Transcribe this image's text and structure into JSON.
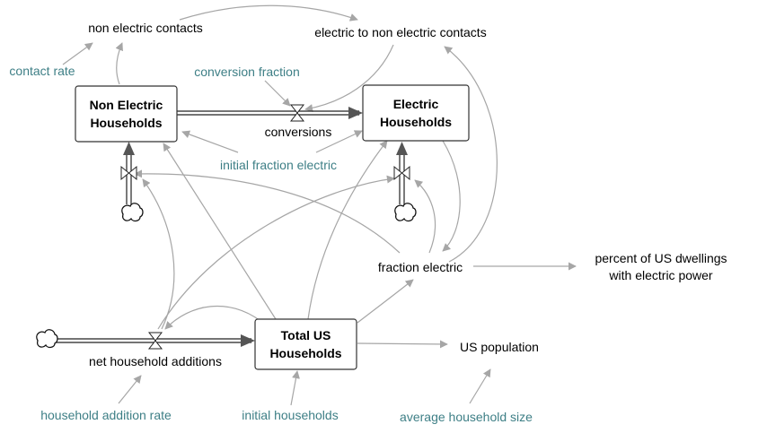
{
  "stocks": {
    "non_electric": [
      "Non Electric",
      "Households"
    ],
    "electric": [
      "Electric",
      "Households"
    ],
    "total": [
      "Total US",
      "Households"
    ]
  },
  "flows": {
    "conversions": "conversions",
    "net_household_additions": "net household additions"
  },
  "auxiliaries": {
    "non_electric_contacts": "non electric contacts",
    "electric_to_non_electric_contacts": "electric to non electric contacts",
    "fraction_electric": "fraction electric",
    "percent_dwellings": [
      "percent of US dwellings",
      "with electric power"
    ],
    "us_population": "US population"
  },
  "parameters": {
    "contact_rate": "contact rate",
    "conversion_fraction": "conversion fraction",
    "initial_fraction_electric": "initial fraction electric",
    "household_addition_rate": "household addition rate",
    "initial_households": "initial households",
    "average_household_size": "average household size"
  },
  "colors": {
    "parameter_text": "#3e7f86",
    "link": "#a6a6a6",
    "pipe": "#222222"
  }
}
